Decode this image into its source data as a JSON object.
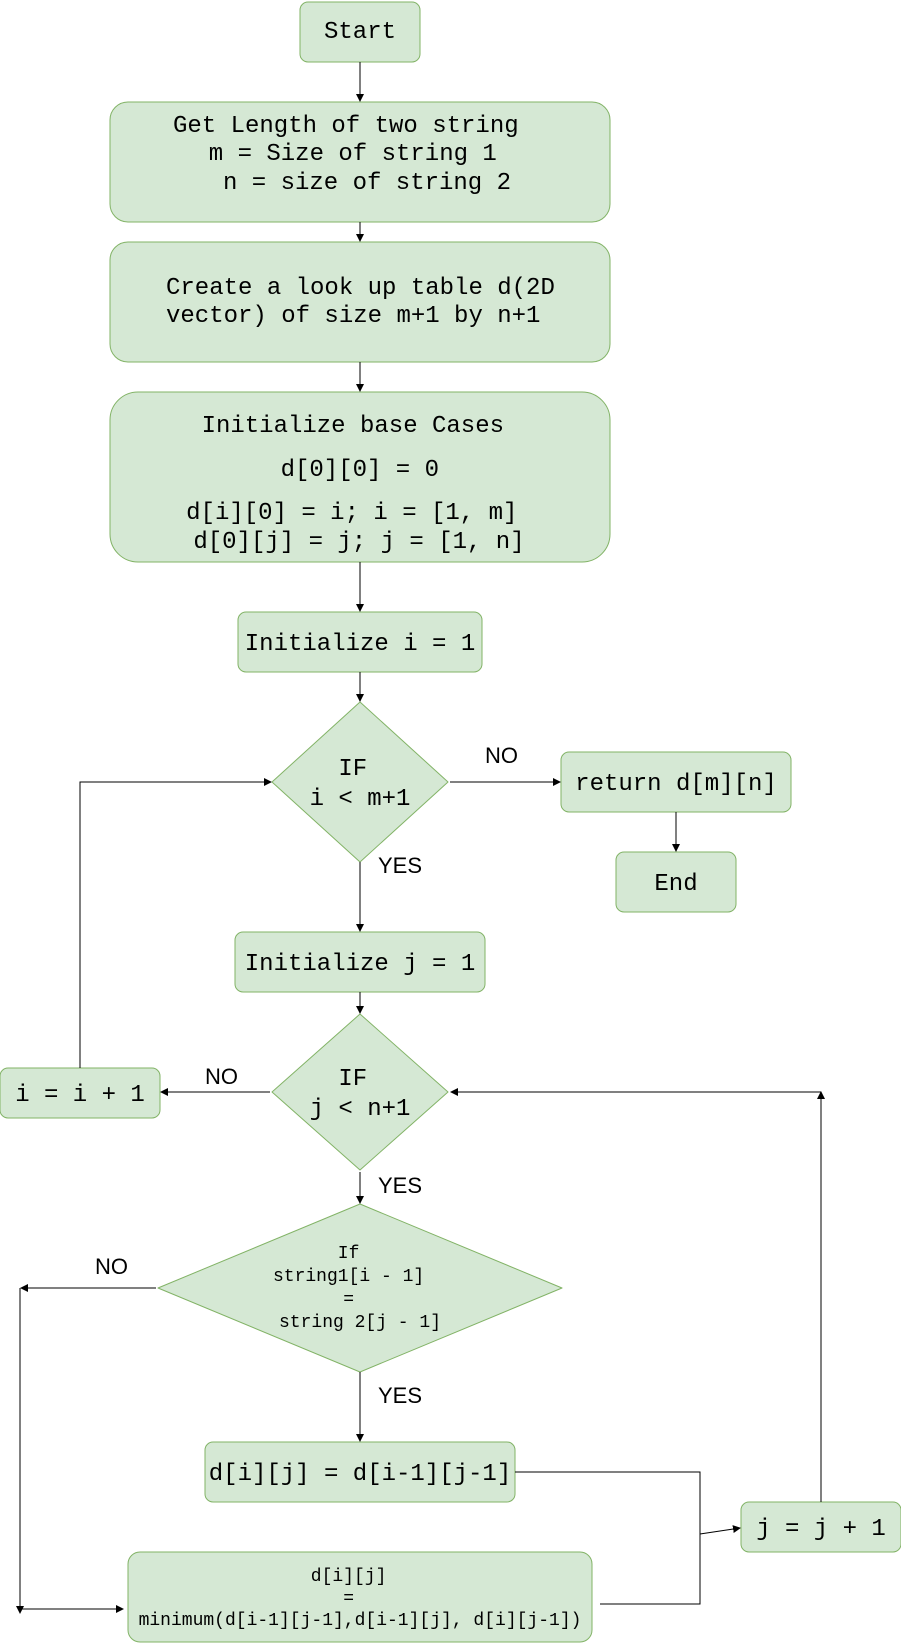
{
  "nodes": {
    "start": {
      "lines": [
        "Start"
      ]
    },
    "get_length": {
      "lines": [
        "Get Length of two string",
        "m = Size of string 1",
        "n = size of string 2"
      ]
    },
    "create_table": {
      "lines": [
        "Create a look up table d(2D",
        "vector) of size m+1 by n+1"
      ]
    },
    "init_base": {
      "lines": [
        "Initialize base Cases",
        "d[0][0] = 0",
        "d[i][0] = i; i = [1, m]",
        "d[0][j] = j; j = [1, n]"
      ]
    },
    "init_i": {
      "lines": [
        "Initialize i = 1"
      ]
    },
    "if_i": {
      "lines": [
        "IF",
        "i < m+1"
      ]
    },
    "return": {
      "lines": [
        "return d[m][n]"
      ]
    },
    "end": {
      "lines": [
        "End"
      ]
    },
    "init_j": {
      "lines": [
        "Initialize j = 1"
      ]
    },
    "if_j": {
      "lines": [
        "IF",
        "j < n+1"
      ]
    },
    "inc_i": {
      "lines": [
        "i = i + 1"
      ]
    },
    "if_eq": {
      "lines": [
        "If",
        "string1[i - 1]",
        "=",
        "string 2[j - 1]"
      ]
    },
    "assign_diag": {
      "lines": [
        "d[i][j] = d[i-1][j-1]"
      ]
    },
    "assign_min": {
      "lines": [
        "d[i][j]",
        "=",
        "minimum(d[i-1][j-1],d[i-1][j], d[i][j-1])"
      ]
    },
    "inc_j": {
      "lines": [
        "j = j + 1"
      ]
    }
  },
  "edge_labels": {
    "if_i_no": "NO",
    "if_i_yes": "YES",
    "if_j_no": "NO",
    "if_j_yes": "YES",
    "if_eq_no": "NO",
    "if_eq_yes": "YES"
  },
  "colors": {
    "node_fill": "#d5e8d4",
    "node_stroke": "#82b366",
    "edge": "#000000"
  }
}
